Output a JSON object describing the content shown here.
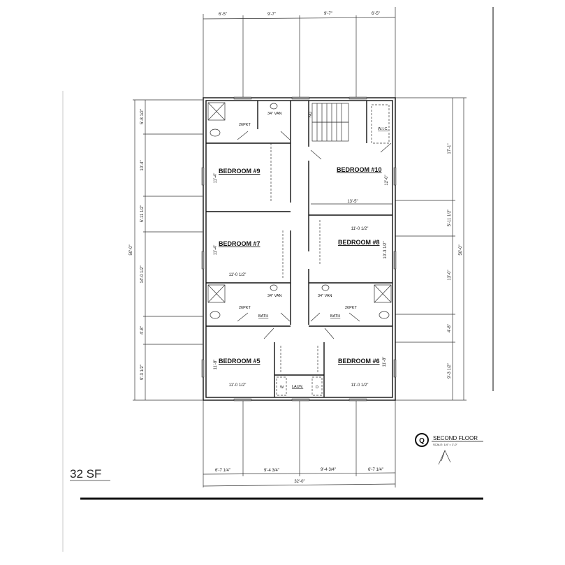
{
  "sheet": {
    "area_label": "32 SF",
    "title": "SECOND FLOOR",
    "scale": "SCALE: 1/4\" = 1'-0\"",
    "title_marker": "Q"
  },
  "dimensions": {
    "top": [
      "6'-5\"",
      "9'-7\"",
      "9'-7\"",
      "6'-5\""
    ],
    "bottom": [
      "6'-7 1/4\"",
      "9'-4 3/4\"",
      "9'-4 3/4\"",
      "6'-7 1/4\""
    ],
    "bottom_overall": "32'-0\"",
    "left": [
      "5'-8 1/2\"",
      "10'-4\"",
      "5'-11 1/2\"",
      "14'-0 1/2\"",
      "4'-8\"",
      "9'-3 1/2\""
    ],
    "left_overall": "50'-0\"",
    "right": [
      "17'-1\"",
      "5'-11 1/2\"",
      "13'-0\"",
      "4'-8\"",
      "9'-3 1/2\""
    ],
    "right_overall": "50'-0\""
  },
  "rooms": {
    "bedroom9": {
      "name": "BEDROOM #9",
      "dim_v": "11'-4\""
    },
    "bedroom10": {
      "name": "BEDROOM #10",
      "dim_h": "13'-5\"",
      "dim_v": "12'-0\""
    },
    "bedroom7": {
      "name": "BEDROOM #7",
      "dim_v": "11'-4\"",
      "dim_h": "11'-0 1/2\""
    },
    "bedroom8": {
      "name": "BEDROOM #8",
      "dim_h": "11'-0 1/2\"",
      "dim_v": "10'-3 1/2\""
    },
    "bedroom5": {
      "name": "BEDROOM #5",
      "dim_v": "11'-8\"",
      "dim_h": "11'-0 1/2\""
    },
    "bedroom6": {
      "name": "BEDROOM #6",
      "dim_v": "11'-8\"",
      "dim_h": "11'-0 1/2\""
    },
    "bath_left": "BATH",
    "bath_right": "BATH",
    "laundry": "LAUN.",
    "wic": "W.I.C.",
    "vanity": "34\" VAN",
    "pocket": "26PKT",
    "washer": "W",
    "dryer": "D",
    "stair_dn": "DN"
  }
}
